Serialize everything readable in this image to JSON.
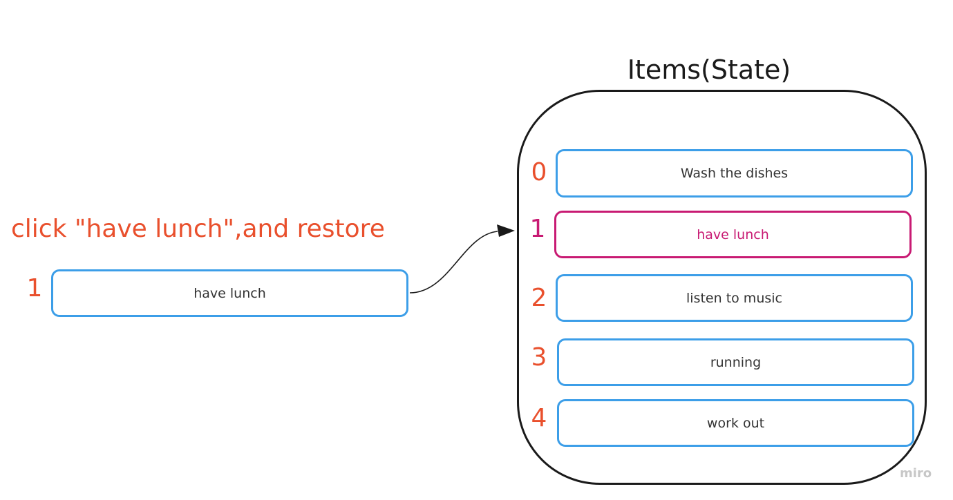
{
  "caption": "click \"have lunch\",and restore",
  "clicked": {
    "index": "1",
    "label": "have lunch"
  },
  "state": {
    "title": "Items(State)",
    "items": [
      {
        "index": "0",
        "label": "Wash the dishes",
        "highlighted": false
      },
      {
        "index": "1",
        "label": "have lunch",
        "highlighted": true
      },
      {
        "index": "2",
        "label": "listen to music",
        "highlighted": false
      },
      {
        "index": "3",
        "label": "running",
        "highlighted": false
      },
      {
        "index": "4",
        "label": "work out",
        "highlighted": false
      }
    ]
  },
  "watermark": "miro",
  "colors": {
    "index_text": "#e9502d",
    "item_border": "#3c9ee8",
    "highlight": "#c81a73",
    "container_border": "#1a1a1a"
  }
}
